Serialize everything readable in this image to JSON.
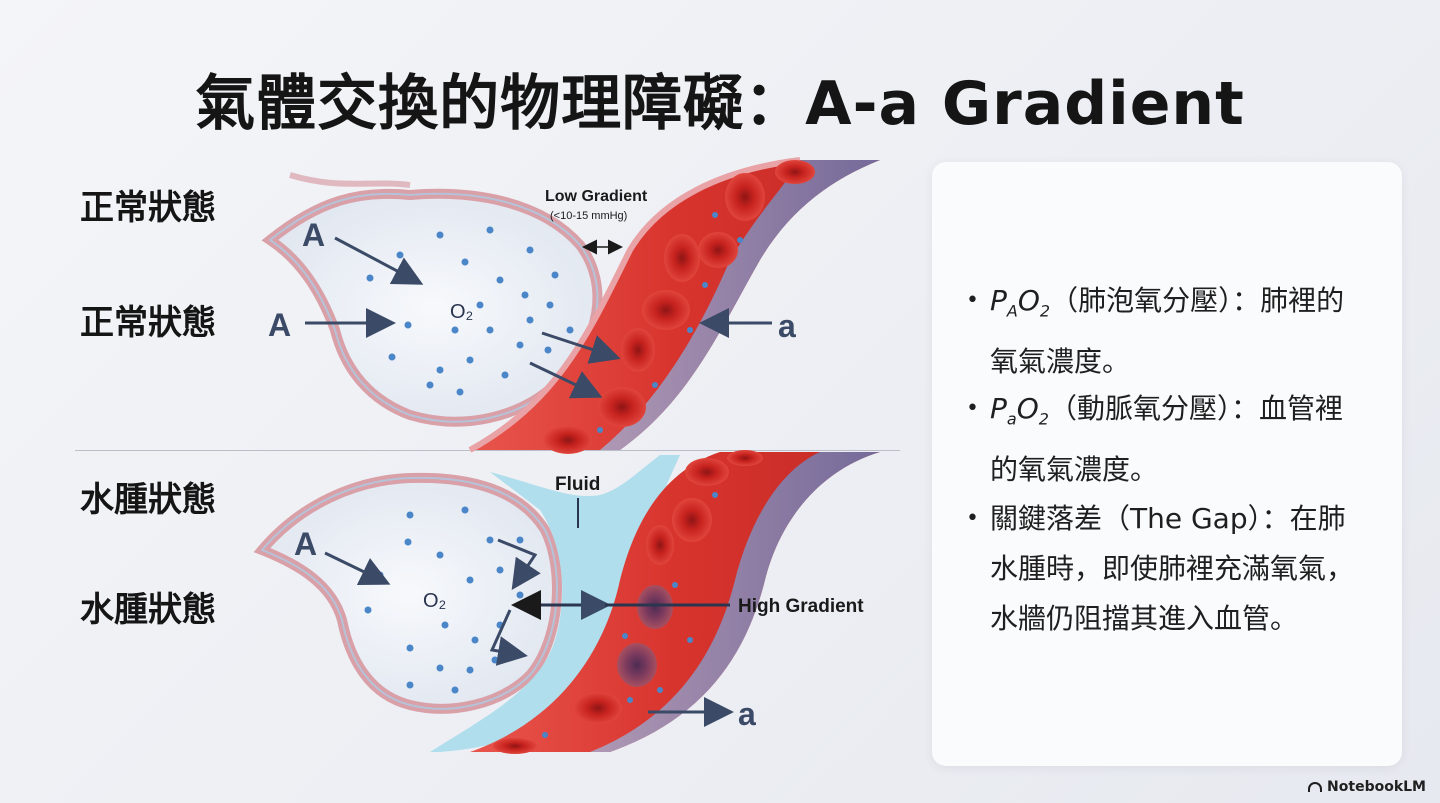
{
  "title": "氣體交換的物理障礙：A-a Gradient",
  "normal_labels": [
    "正常狀態",
    "正常狀態"
  ],
  "edema_labels": [
    "水腫狀態",
    "水腫狀態"
  ],
  "diagram": {
    "alveolus_symbol": "A",
    "artery_symbol": "a",
    "oxygen_label": "O₂",
    "low_gradient_label": "Low Gradient",
    "low_gradient_range": "(<10-15 mmHg)",
    "fluid_label": "Fluid",
    "high_gradient_label": "High Gradient"
  },
  "bullets": [
    {
      "symbol_main": "P",
      "symbol_sub": "A",
      "symbol_gas": "O",
      "symbol_gas_sub": "2",
      "text": "（肺泡氧分壓）：肺裡的氧氣濃度。"
    },
    {
      "symbol_main": "P",
      "symbol_sub": "a",
      "symbol_gas": "O",
      "symbol_gas_sub": "2",
      "text": "（動脈氧分壓）：血管裡的氧氣濃度。"
    },
    {
      "text": "關鍵落差（The Gap）：在肺水腫時，即使肺裡充滿氧氣，水牆仍阻擋其進入血管。"
    }
  ],
  "brand": "NotebookLM",
  "colors": {
    "vessel_red": "#d8342e",
    "vein_blue": "#5a7fc0",
    "fluid": "#a9dcec",
    "alveolus_wall": "#d9a0a8"
  }
}
